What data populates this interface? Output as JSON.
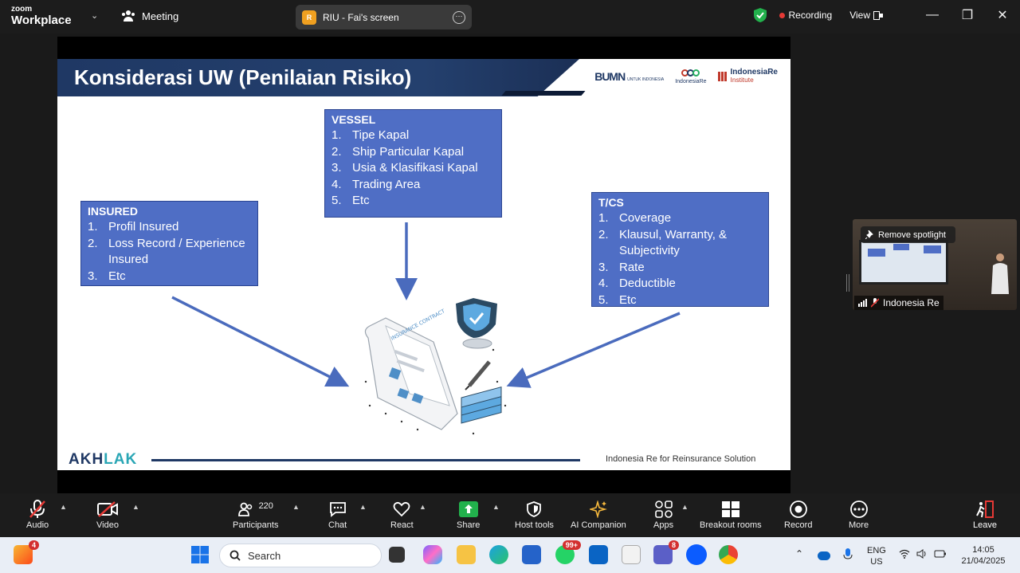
{
  "titlebar": {
    "brand_small": "zoom",
    "brand_big": "Workplace",
    "meeting_label": "Meeting",
    "share_label": "RIU - Fai's screen",
    "share_badge": "R",
    "recording_label": "Recording",
    "view_label": "View"
  },
  "slide": {
    "title": "Konsiderasi UW (Penilaian Risiko)",
    "logos": {
      "bumn": "BUMN",
      "bumn_sub": "UNTUK INDONESIA",
      "indonesiare": "IndonesiaRe",
      "iri_name": "IndonesiaRe",
      "iri_sub": "Institute"
    },
    "vessel": {
      "heading": "VESSEL",
      "items": [
        {
          "n": "1.",
          "t": "Tipe Kapal"
        },
        {
          "n": "2.",
          "t": "Ship Particular Kapal"
        },
        {
          "n": "3.",
          "t": "Usia & Klasifikasi Kapal"
        },
        {
          "n": "4.",
          "t": "Trading Area"
        },
        {
          "n": "5.",
          "t": "Etc"
        }
      ]
    },
    "insured": {
      "heading": "INSURED",
      "items": [
        {
          "n": "1.",
          "t": "Profil Insured"
        },
        {
          "n": "2.",
          "t": "Loss Record / Experience Insured"
        },
        {
          "n": "3.",
          "t": "Etc"
        }
      ]
    },
    "tcs": {
      "heading": "T/CS",
      "items": [
        {
          "n": "1.",
          "t": "Coverage"
        },
        {
          "n": "2.",
          "t": "Klausul, Warranty, & Subjectivity"
        },
        {
          "n": "3.",
          "t": "Rate"
        },
        {
          "n": "4.",
          "t": "Deductible"
        },
        {
          "n": "5.",
          "t": "Etc"
        }
      ]
    },
    "illustration_text": "INSURANCE CONTRACT",
    "footer_logo_a": "AKH",
    "footer_logo_b": "LAK",
    "footer_text": "Indonesia Re for Reinsurance Solution",
    "colors": {
      "header": "#1f3864",
      "box": "#4f6ec5",
      "arrow": "#4a6bbd"
    }
  },
  "spotlight": {
    "remove_label": "Remove spotlight",
    "name": "Indonesia Re"
  },
  "toolbar": {
    "audio": "Audio",
    "video": "Video",
    "participants": "Participants",
    "participants_count": "220",
    "chat": "Chat",
    "react": "React",
    "share": "Share",
    "host_tools": "Host tools",
    "ai_companion": "AI Companion",
    "apps": "Apps",
    "breakout": "Breakout rooms",
    "record": "Record",
    "more": "More",
    "leave": "Leave"
  },
  "taskbar": {
    "search_placeholder": "Search",
    "start_badge": "4",
    "whatsapp_badge": "99+",
    "teams_badge": "8",
    "lang1": "ENG",
    "lang2": "US",
    "time": "14:05",
    "date": "21/04/2025"
  }
}
